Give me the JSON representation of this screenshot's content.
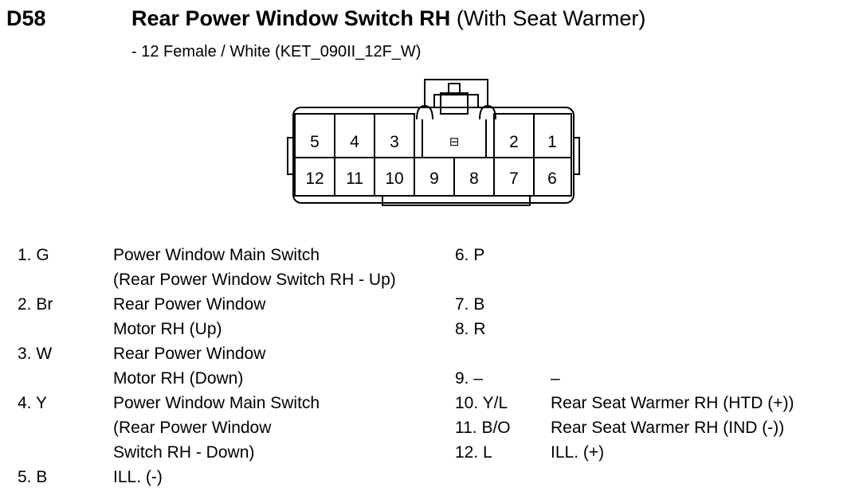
{
  "header": {
    "code": "D58",
    "title_bold": "Rear Power Window Switch RH",
    "title_normal": "(With Seat Warmer)",
    "subtitle": "- 12 Female / White (KET_090II_12F_W)"
  },
  "connector": {
    "top_row": [
      "5",
      "4",
      "3",
      "",
      "2",
      "1"
    ],
    "bottom_row": [
      "12",
      "11",
      "10",
      "9",
      "8",
      "7",
      "6"
    ],
    "latch_symbol": "⊟"
  },
  "pins_left": [
    {
      "id": "1. G",
      "lines": [
        "Power Window Main Switch",
        "(Rear Power Window Switch RH - Up)"
      ]
    },
    {
      "id": "2. Br",
      "lines": [
        "Rear Power Window",
        "Motor RH (Up)"
      ]
    },
    {
      "id": "3. W",
      "lines": [
        "Rear Power Window",
        "Motor RH (Down)"
      ]
    },
    {
      "id": "4. Y",
      "lines": [
        "Power Window Main Switch",
        "(Rear Power Window",
        "Switch RH - Down)"
      ]
    },
    {
      "id": "5. B",
      "lines": [
        "ILL. (-)"
      ]
    }
  ],
  "pins_right": [
    {
      "id": "6. P",
      "lines": [
        ""
      ]
    },
    {
      "id": "7. B",
      "lines": [
        ""
      ]
    },
    {
      "id": "8. R",
      "lines": [
        ""
      ]
    },
    {
      "id": "9. –",
      "lines": [
        "–"
      ]
    },
    {
      "id": "10. Y/L",
      "lines": [
        "Rear Seat Warmer RH (HTD (+))"
      ]
    },
    {
      "id": "11. B/O",
      "lines": [
        "Rear Seat Warmer RH (IND (-))"
      ]
    },
    {
      "id": "12. L",
      "lines": [
        "ILL. (+)"
      ]
    }
  ]
}
